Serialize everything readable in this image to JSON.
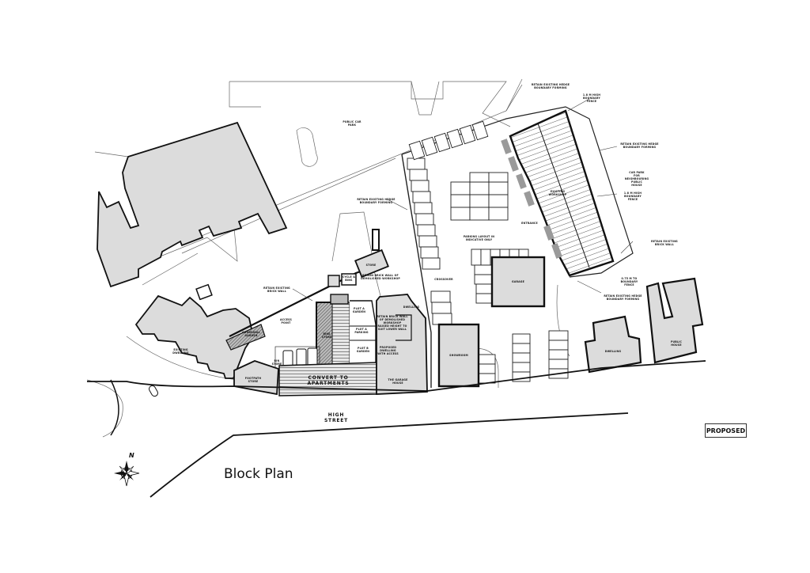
{
  "drawing": {
    "title": "Block Plan",
    "status_badge": "PROPOSED",
    "north_label": "N",
    "colors": {
      "building_fill": "#dcdcdc",
      "outline": "#111111",
      "thin_line": "#555555",
      "background": "#ffffff"
    }
  },
  "labels": {
    "retain_hedge_top": "RETAIN EXISTING HEDGE\nBOUNDARY FORMING",
    "fence_top": "1.8 M HIGH\nBOUNDARY\nFENCE",
    "retain_hedge_right": "RETAIN EXISTING HEDGE\nBOUNDARY FORMING",
    "car_park": "CAR PARK\nFOR\nNEIGHBOURING\nPUBLIC\nHOUSE",
    "fence_right": "1.8 M HIGH\nBOUNDARY\nFENCE",
    "workshop": "EXISTING\nWORKSHOP",
    "public_car_park": "PUBLIC CAR\nPARK",
    "retain_hedge_mid": "RETAIN EXISTING HEDGE\nBOUNDARY FORMING",
    "parking_layout": "PARKING LAYOUT IN\nINDICATIVE ONLY",
    "entrance": "ENTRANCE",
    "garage": "GARAGE",
    "crossover": "CROSSOVER",
    "retain_wall_right": "RETAIN EXISTING\nBRICK WALL",
    "fence_lower_right": "0.75 M TO\nBOUNDARY\nFENCE",
    "retain_hedge_lower": "RETAIN EXISTING HEDGE\nBOUNDARY FORMING",
    "retain_wall_left": "RETAIN EXISTING\nBRICK WALL",
    "store": "STORE",
    "cycle_bins": "CYCLE &\nBINS",
    "retain_brick_wall": "RETAIN BRICK WALL OF\nDEMOLISHED WORKSHOP",
    "plot_a_garden": "PLOT A\nGARDEN",
    "plot_a_parking": "PLOT A\nPARKING",
    "plot_b_garden": "PLOT B\nGARDEN",
    "bike_store": "BIKE\nSTORE",
    "dwelling_center": "DWELLING",
    "retain_wall_demolished": "RETAIN BRICK WALL\nOF DEMOLISHED\nWORKSHOP\nRAISED HEIGHT TO\nSUIT LOWER WALL",
    "proposed_dwelling": "PROPOSED DWELLING\nWITH ACCESS",
    "existing_dwelling": "EXISTING\nDWELLING",
    "access_point": "ACCESS\nPOINT",
    "bin_store": "BIN\nSTORE",
    "footpath_store": "FOOTPATH\nSTORE",
    "communal_garden": "COMMUNAL\nGARDEN",
    "apartments": "CONVERT TO\nAPARTMENTS",
    "the_garage": "THE GARAGE\nHOUSE",
    "showroom": "SHOWROOM",
    "dwelling_right": "DWELLING",
    "public_house": "PUBLIC\nHOUSE",
    "high_street": "HIGH\nSTREET"
  }
}
